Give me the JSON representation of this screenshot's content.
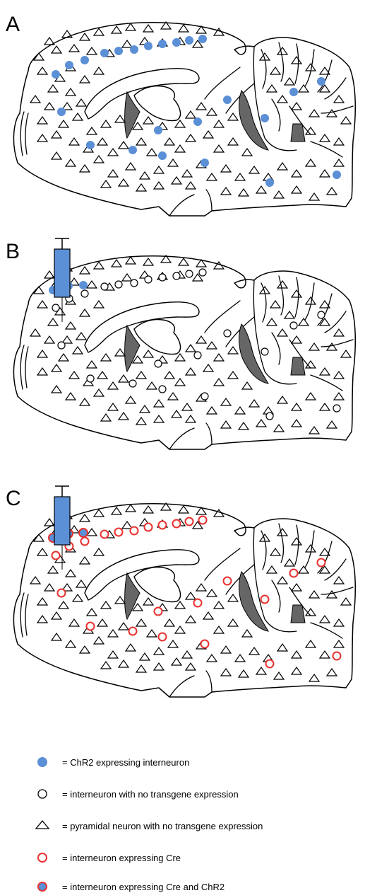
{
  "panels": [
    {
      "label": "A",
      "cell_type": "chr2",
      "syringe": false
    },
    {
      "label": "B",
      "cell_type": "none",
      "syringe": true,
      "transduced_type": "chr2"
    },
    {
      "label": "C",
      "cell_type": "cre",
      "syringe": true,
      "transduced_type": "cre_chr2"
    }
  ],
  "legend": [
    {
      "symbol": "chr2",
      "text": "= ChR2 expressing interneuron"
    },
    {
      "symbol": "none",
      "text": "= interneuron with no transgene expression"
    },
    {
      "symbol": "pyramidal",
      "text": "= pyramidal neuron with no transgene expression"
    },
    {
      "symbol": "cre",
      "text": "= interneuron expressing Cre"
    },
    {
      "symbol": "cre_chr2",
      "text": "= interneuron expressing Cre and ChR2"
    }
  ],
  "colors": {
    "chr2_fill": "#5b8fd6",
    "cre_ring": "#e8312f",
    "dark_region": "#666666",
    "syringe": "#5b8fd6"
  }
}
